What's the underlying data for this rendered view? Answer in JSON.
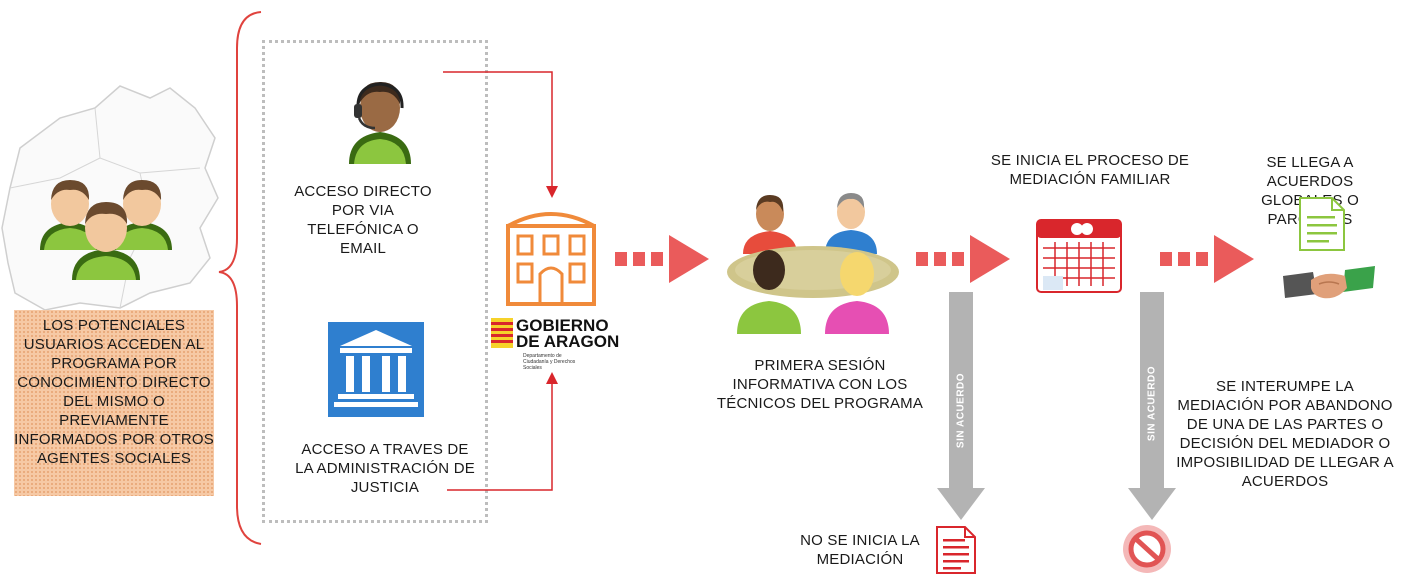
{
  "users_text": "LOS POTENCIALES USUARIOS ACCEDEN AL PROGRAMA POR CONOCIMIENTO DIRECTO DEL MISMO O PREVIAMENTE INFORMADOS  POR OTROS AGENTES SOCIALES",
  "access_phone": "ACCESO DIRECTO POR VIA TELEFÓNICA O EMAIL",
  "access_justice": "ACCESO A TRAVES DE LA ADMINISTRACIÓN DE JUSTICIA",
  "logo": {
    "name_line1": "GOBIERNO",
    "name_line2": "DE ARAGON",
    "department": "Departamento de Ciudadanía y Derechos Sociales"
  },
  "first_session": "PRIMERA SESIÓN INFORMATIVA CON LOS TÉCNICOS DEL PROGRAMA",
  "mediation_start": "SE INICIA  EL PROCESO DE MEDIACIÓN FAMILIAR",
  "agreement_line1": "SE LLEGA A",
  "agreement_line2": "ACUERDOS",
  "agreement_line3": "GLOBALES O",
  "agreement_line4": "PARCIALES",
  "no_agreement_1": "SIN ACUERDO",
  "no_agreement_2": "SIN ACUERDO",
  "not_started": "NO SE INICIA LA MEDIACIÓN",
  "interrupted": "SE INTERUMPE LA MEDIACIÓN POR ABANDONO DE UNA DE LAS PARTES O DECISIÓN DEL MEDIADOR O IMPOSIBILIDAD DE LLEGAR A ACUERDOS",
  "colors": {
    "flow_arrow": "#ea5b5b",
    "connector": "#d9262c",
    "down_arrow": "#b3b3b3",
    "building_orange": "#f08a3a",
    "court_blue": "#2f7fcf",
    "users_box": "#f6c9a5"
  },
  "icons": [
    "people-group-icon",
    "map-outline-icon",
    "call-center-icon",
    "courthouse-icon",
    "building-icon",
    "meeting-table-icon",
    "calendar-icon",
    "document-icon",
    "handshake-icon",
    "prohibited-icon"
  ]
}
